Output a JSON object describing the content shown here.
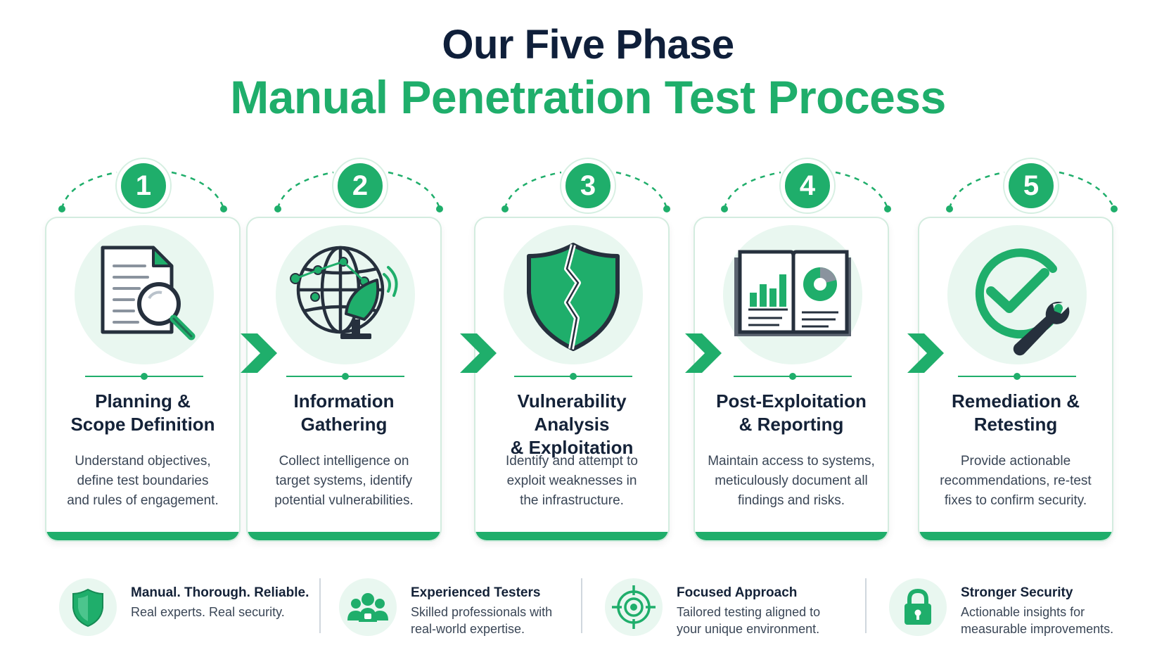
{
  "header": {
    "title_line1": "Our Five Phase",
    "title_line2": "Manual Penetration Test Process"
  },
  "colors": {
    "accent": "#1fae6b",
    "navy": "#0f1f3a",
    "icon_bg": "#e9f7f0"
  },
  "phases": [
    {
      "number": "1",
      "icon": "document-search-icon",
      "title": "Planning &\nScope Definition",
      "description": "Understand objectives,\ndefine test boundaries\nand rules of engagement."
    },
    {
      "number": "2",
      "icon": "globe-satellite-icon",
      "title": "Information\nGathering",
      "description": "Collect intelligence on\ntarget systems, identify\npotential vulnerabilities."
    },
    {
      "number": "3",
      "icon": "cracked-shield-icon",
      "title": "Vulnerability Analysis\n& Exploitation",
      "description": "Identify and attempt to\nexploit weaknesses in\nthe infrastructure."
    },
    {
      "number": "4",
      "icon": "report-book-icon",
      "title": "Post-Exploitation\n& Reporting",
      "description": "Maintain access to systems,\nmeticulously document all\nfindings and risks."
    },
    {
      "number": "5",
      "icon": "check-wrench-icon",
      "title": "Remediation &\nRetesting",
      "description": "Provide actionable\nrecommendations, re-test\nfixes to confirm security."
    }
  ],
  "features": [
    {
      "icon": "shield-icon",
      "title": "Manual. Thorough. Reliable.",
      "description": "Real experts. Real security."
    },
    {
      "icon": "team-icon",
      "title": "Experienced Testers",
      "description": "Skilled professionals with\nreal-world expertise."
    },
    {
      "icon": "target-icon",
      "title": "Focused Approach",
      "description": "Tailored testing aligned to\nyour unique environment."
    },
    {
      "icon": "lock-icon",
      "title": "Stronger Security",
      "description": "Actionable insights for\nmeasurable improvements."
    }
  ]
}
